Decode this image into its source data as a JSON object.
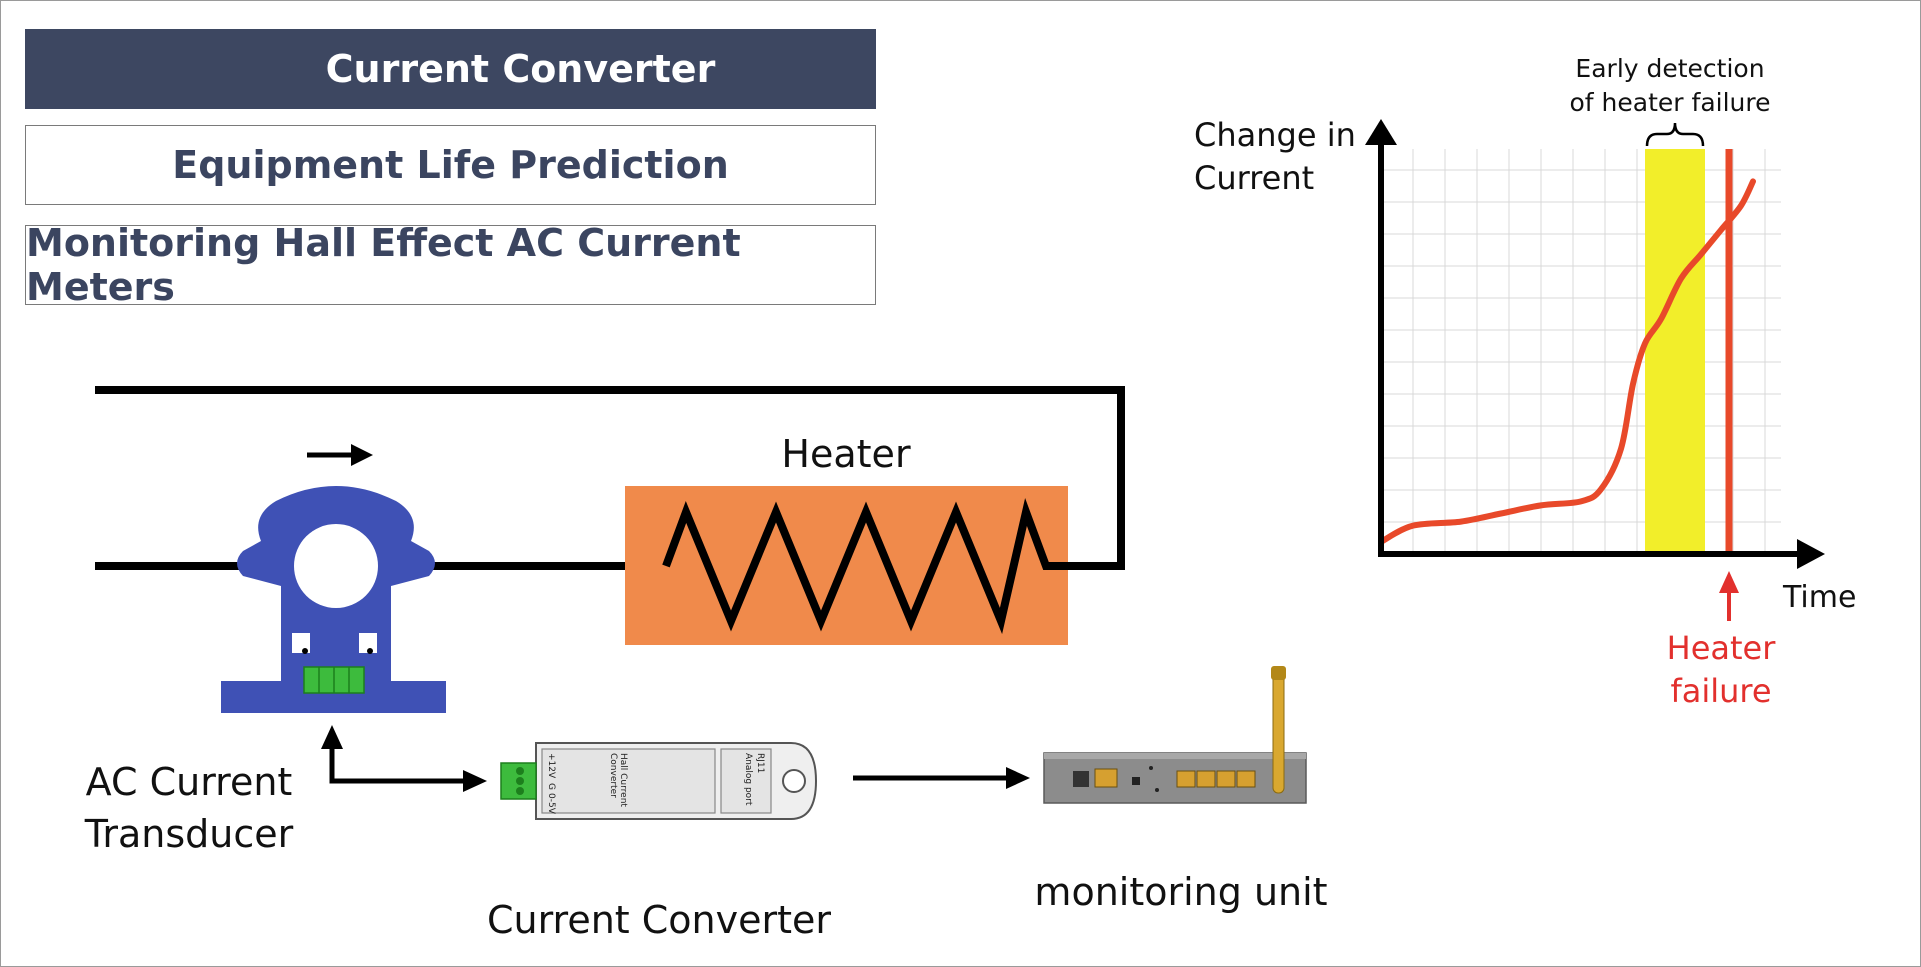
{
  "headers": {
    "main_title": "Current Converter",
    "subtitle_1": "Equipment Life Prediction",
    "subtitle_2": "Monitoring Hall Effect AC Current Meters"
  },
  "diagram": {
    "heater_label": "Heater",
    "transducer_label_line1": "AC Current",
    "transducer_label_line2": "Transducer",
    "converter_label": "Current Converter",
    "monitoring_label": "monitoring unit",
    "converter_device_text": [
      "+12V",
      "G",
      "0-5V",
      "Hall Current",
      "Converter",
      "RJ11",
      "Analog port"
    ]
  },
  "chart_data": {
    "type": "line",
    "ylabel_line1": "Change in",
    "ylabel_line2": "Current",
    "xlabel": "Time",
    "annotation_top_line1": "Early detection",
    "annotation_top_line2": "of heater failure",
    "annotation_bottom_line1": "Heater",
    "annotation_bottom_line2": "failure",
    "grid": true,
    "series": [
      {
        "x": [
          0,
          0.08,
          0.2,
          0.3,
          0.4,
          0.5,
          0.55,
          0.6,
          0.63,
          0.66,
          0.7,
          0.75,
          0.8,
          0.85,
          0.9,
          0.93
        ],
        "y": [
          0.03,
          0.07,
          0.08,
          0.1,
          0.12,
          0.13,
          0.16,
          0.26,
          0.42,
          0.52,
          0.58,
          0.68,
          0.74,
          0.8,
          0.86,
          0.92
        ]
      }
    ],
    "xlim": [
      0,
      1
    ],
    "ylim": [
      0,
      1
    ],
    "highlight_band": [
      0.66,
      0.81
    ],
    "failure_x": 0.87,
    "colors": {
      "line": "#e8492a",
      "band": "#f2ee2a",
      "failure": "#e8492a",
      "bottom_arrow": "#e2302d"
    }
  },
  "colors": {
    "header_bg": "#3d4761",
    "heater_fill": "#f08a4b",
    "transducer_fill": "#3f51b5",
    "terminal_green": "#3dbb3d"
  }
}
